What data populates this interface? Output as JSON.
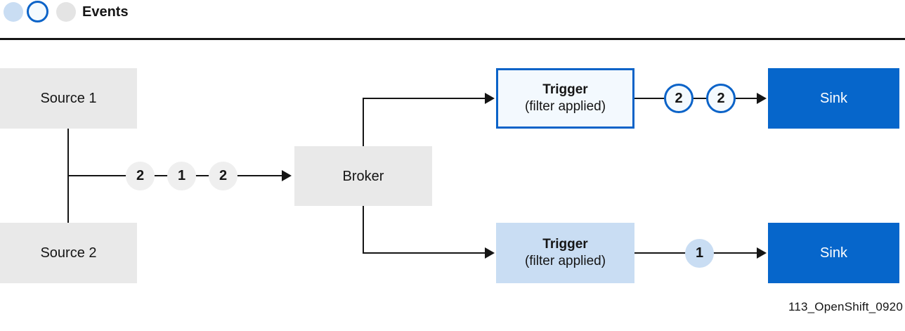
{
  "legend": {
    "label": "Events",
    "items": [
      {
        "icon": "filtered-event-dot",
        "color": "#C9DDF3"
      },
      {
        "icon": "filtered-event-outline-dot",
        "color": "#F4FAFE",
        "border": "#0B63C8"
      },
      {
        "icon": "event-dot",
        "color": "#E4E4E4"
      }
    ]
  },
  "nodes": {
    "source1": {
      "label": "Source 1"
    },
    "source2": {
      "label": "Source 2"
    },
    "broker": {
      "label": "Broker"
    },
    "trigger1": {
      "title": "Trigger",
      "subtitle": "(filter applied)"
    },
    "trigger2": {
      "title": "Trigger",
      "subtitle": "(filter applied)"
    },
    "sink1": {
      "label": "Sink"
    },
    "sink2": {
      "label": "Sink"
    }
  },
  "badges": {
    "sources_to_broker": [
      "2",
      "1",
      "2"
    ],
    "trigger1_to_sink": [
      "2",
      "2"
    ],
    "trigger2_to_sink": [
      "1"
    ]
  },
  "caption": "113_OpenShift_0920",
  "colors": {
    "line": "#151515",
    "text": "#151515",
    "node_gray": "#E9E9E9",
    "sink_blue": "#0666CB",
    "trigger_border_blue": "#0B63C8",
    "trigger_pale_fill": "#F3F9FE",
    "trigger_light_blue_fill": "#C9DDF3",
    "badge_gray": "#EFEFEF",
    "badge_pale": "#F4FAFE",
    "badge_light_blue": "#C9DDF3"
  }
}
